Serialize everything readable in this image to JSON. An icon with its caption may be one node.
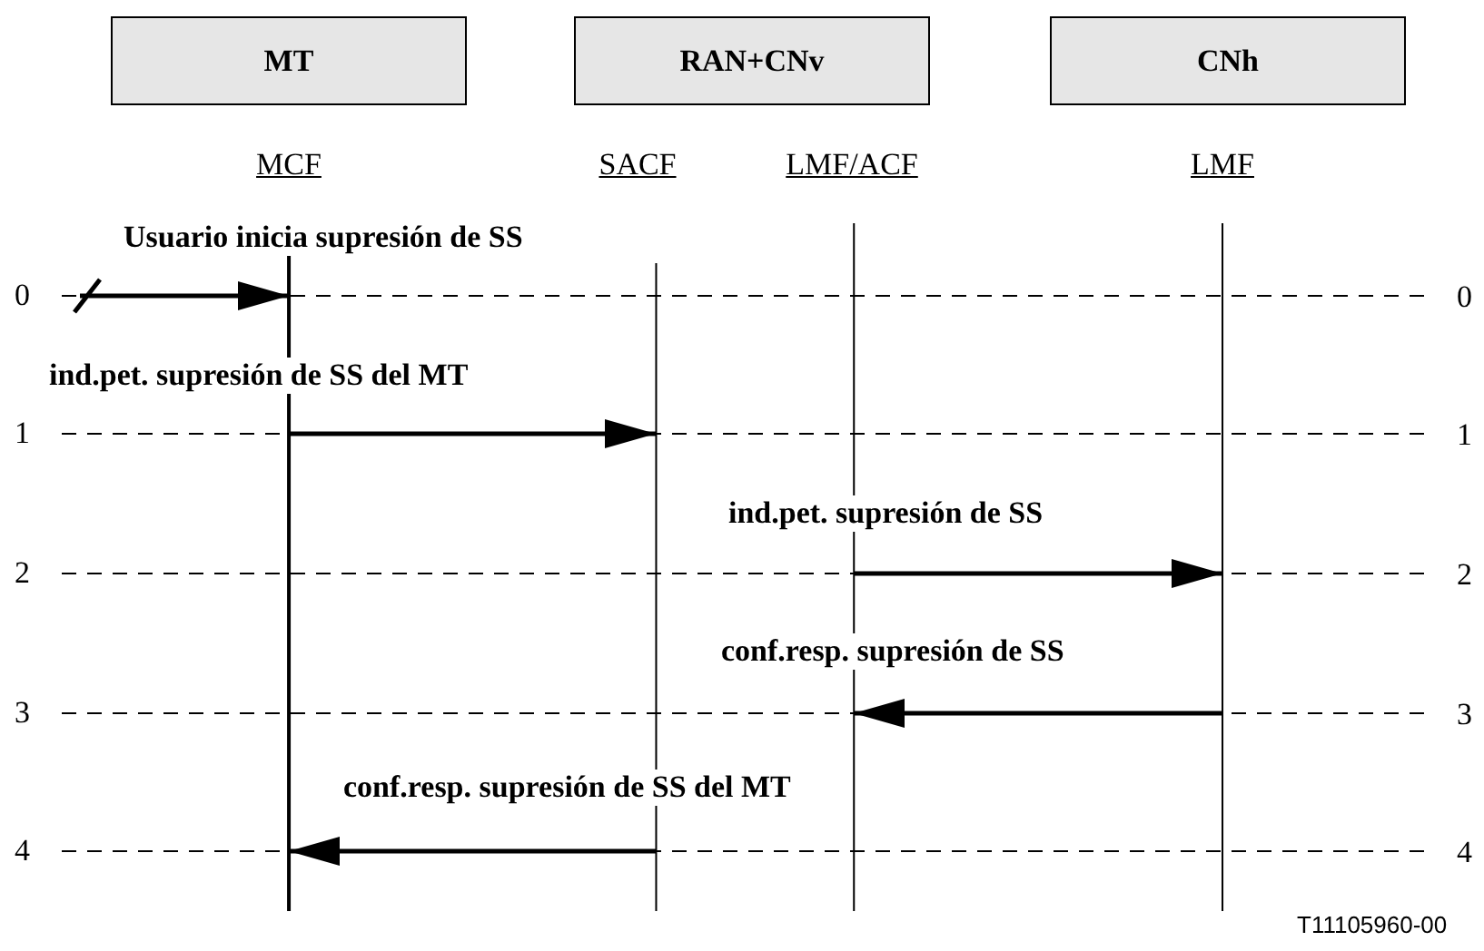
{
  "diagram": {
    "nodes": [
      {
        "text": [
          "MT"
        ]
      },
      {
        "text": [
          "RAN+CNv"
        ]
      },
      {
        "text": [
          "CNh"
        ]
      },
      {
        "text": [
          "MCF"
        ]
      },
      {
        "text": [
          "SACF"
        ]
      },
      {
        "text": [
          "LMF/ACF"
        ]
      },
      {
        "text": [
          "LMF"
        ]
      }
    ],
    "edges": [
      {
        "from": null,
        "to": 3,
        "arrow": "to",
        "label": "Usuario inicia supresión de SS"
      },
      {
        "from": 3,
        "to": 4,
        "arrow": "to",
        "label": "ind.pet. supresión de SS del MT"
      },
      {
        "from": 5,
        "to": 6,
        "arrow": "to",
        "label": "ind.pet. supresión de SS"
      },
      {
        "from": 6,
        "to": 5,
        "arrow": "to",
        "label": "conf.resp. supresión de SS"
      },
      {
        "from": 4,
        "to": 3,
        "arrow": "to",
        "label": "conf.resp. supresión de SS del MT"
      }
    ],
    "labels": [
      "0",
      "0",
      "1",
      "1",
      "2",
      "2",
      "3",
      "3",
      "4",
      "4",
      "T11105960-00"
    ]
  }
}
